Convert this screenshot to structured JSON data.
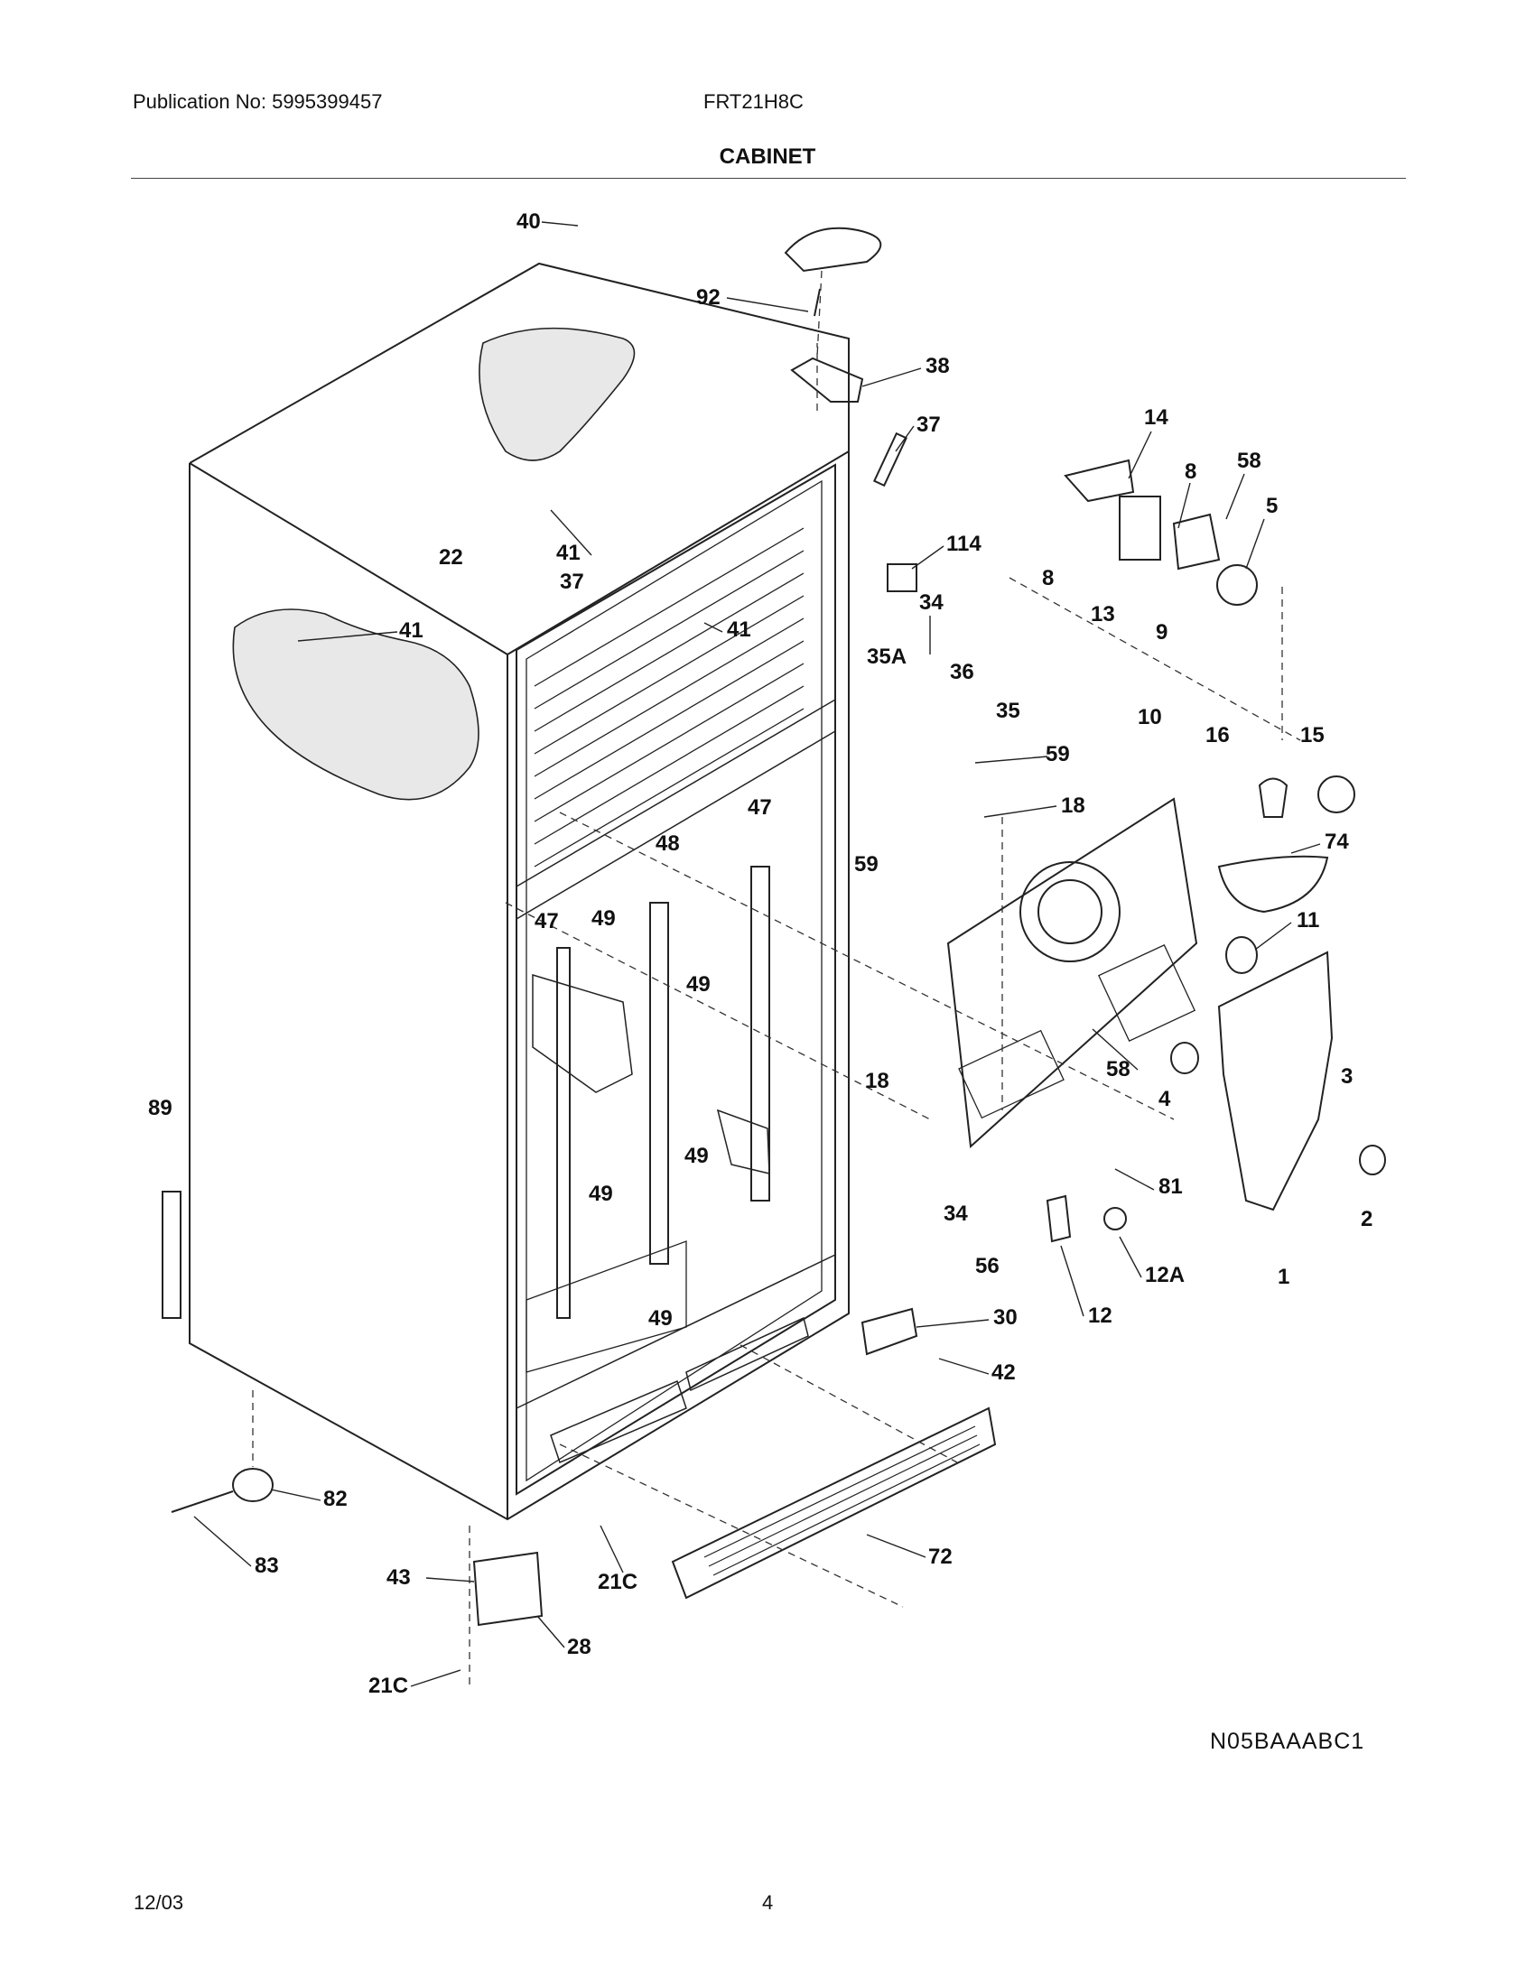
{
  "header": {
    "publication": "Publication No: 5995399457",
    "model": "FRT21H8C",
    "section_title": "CABINET"
  },
  "callouts": {
    "c40": "40",
    "c92": "92",
    "c38": "38",
    "c37a": "37",
    "c14": "14",
    "c8a": "8",
    "c58a": "58",
    "c5": "5",
    "c22": "22",
    "c41a": "41",
    "c114": "114",
    "c8b": "8",
    "c13": "13",
    "c9": "9",
    "c37b": "37",
    "c41b": "41",
    "c41c": "41",
    "c34a": "34",
    "c35a": "35A",
    "c36": "36",
    "c35": "35",
    "c10": "10",
    "c16": "16",
    "c15": "15",
    "c59a": "59",
    "c18a": "18",
    "c59b": "59",
    "c74": "74",
    "c47a": "47",
    "c48": "48",
    "c47b": "47",
    "c49a": "49",
    "c49b": "49",
    "c11": "11",
    "c58b": "58",
    "c3": "3",
    "c4": "4",
    "c18b": "18",
    "c89": "89",
    "c81": "81",
    "c2": "2",
    "c49c": "49",
    "c49d": "49",
    "c34b": "34",
    "c56": "56",
    "c12a": "12A",
    "c1": "1",
    "c12": "12",
    "c49e": "49",
    "c30": "30",
    "c42": "42",
    "c82": "82",
    "c83": "83",
    "c43": "43",
    "c21c_a": "21C",
    "c72": "72",
    "c28": "28",
    "c21c_b": "21C"
  },
  "footer": {
    "drawing_code": "N05BAAABC1",
    "date": "12/03",
    "page": "4"
  }
}
